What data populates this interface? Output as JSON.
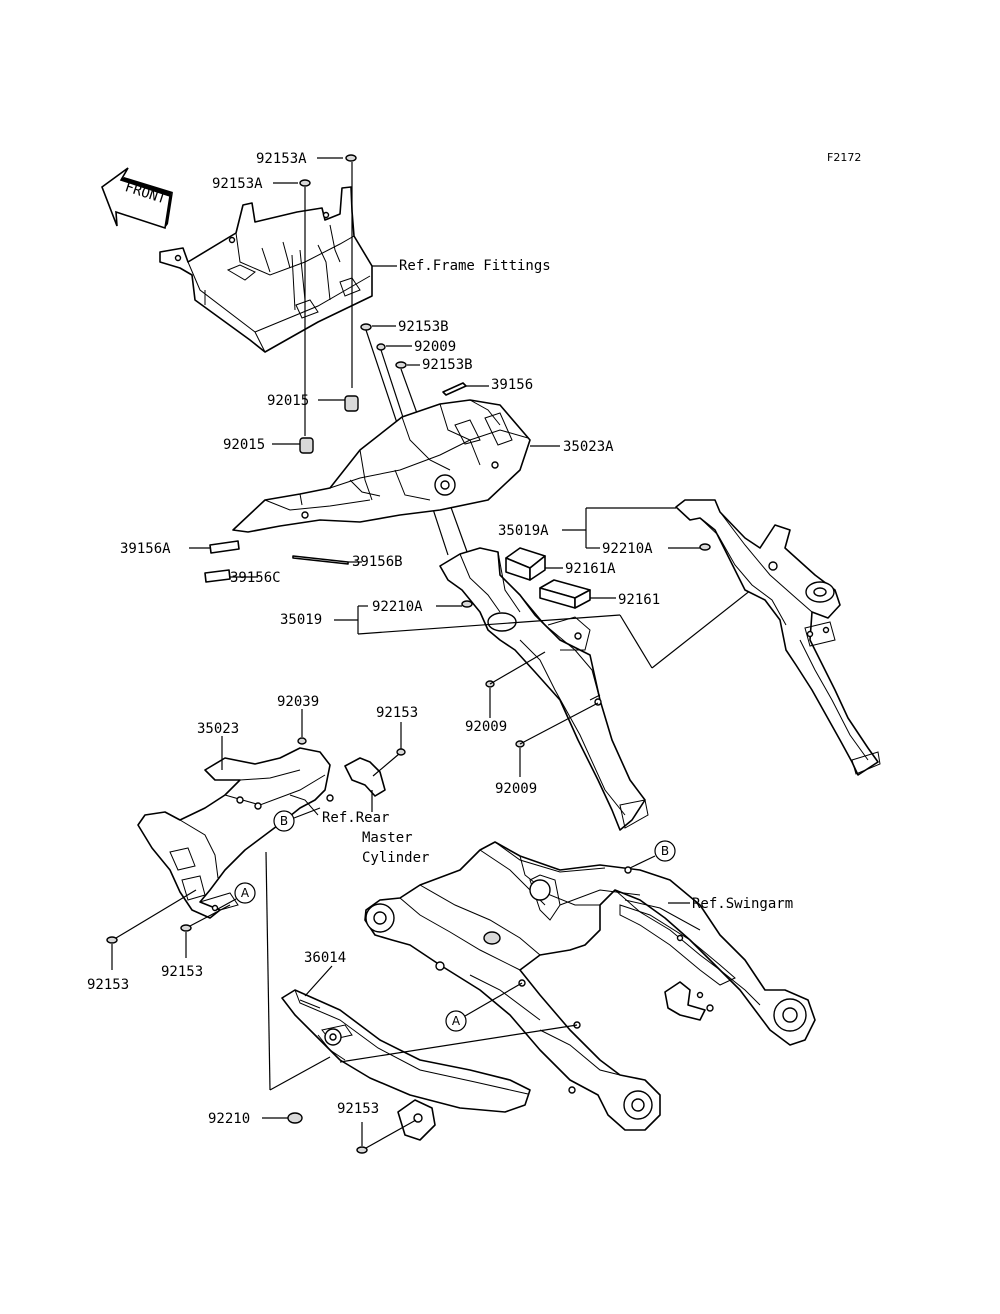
{
  "diagram_code": "F2172",
  "front_arrow": "FRONT",
  "labels": {
    "p92153A_top": "92153A",
    "p92153A_second": "92153A",
    "ref_frame": "Ref.Frame Fittings",
    "p92153B_1": "92153B",
    "p92009_top": "92009",
    "p92153B_2": "92153B",
    "p39156": "39156",
    "p92015_1": "92015",
    "p92015_2": "92015",
    "p35023A": "35023A",
    "p35019A": "35019A",
    "p92210A_right": "92210A",
    "p39156A": "39156A",
    "p39156B": "39156B",
    "p39156C": "39156C",
    "p92161A": "92161A",
    "p92161": "92161",
    "p35019": "35019",
    "p92210A_left": "92210A",
    "p92009_mid": "92009",
    "p92009_low": "92009",
    "p92039": "92039",
    "p35023": "35023",
    "p92153_upper": "92153",
    "ref_rear_1": "Ref.Rear",
    "ref_rear_2": "Master",
    "ref_rear_3": "Cylinder",
    "ref_swingarm": "Ref.Swingarm",
    "p92153_left": "92153",
    "p92153_mid": "92153",
    "p36014": "36014",
    "p92210": "92210",
    "p92153_bottom": "92153"
  },
  "callouts": {
    "a_left": "A",
    "a_swing": "A",
    "b_upper": "B",
    "b_swing": "B"
  }
}
